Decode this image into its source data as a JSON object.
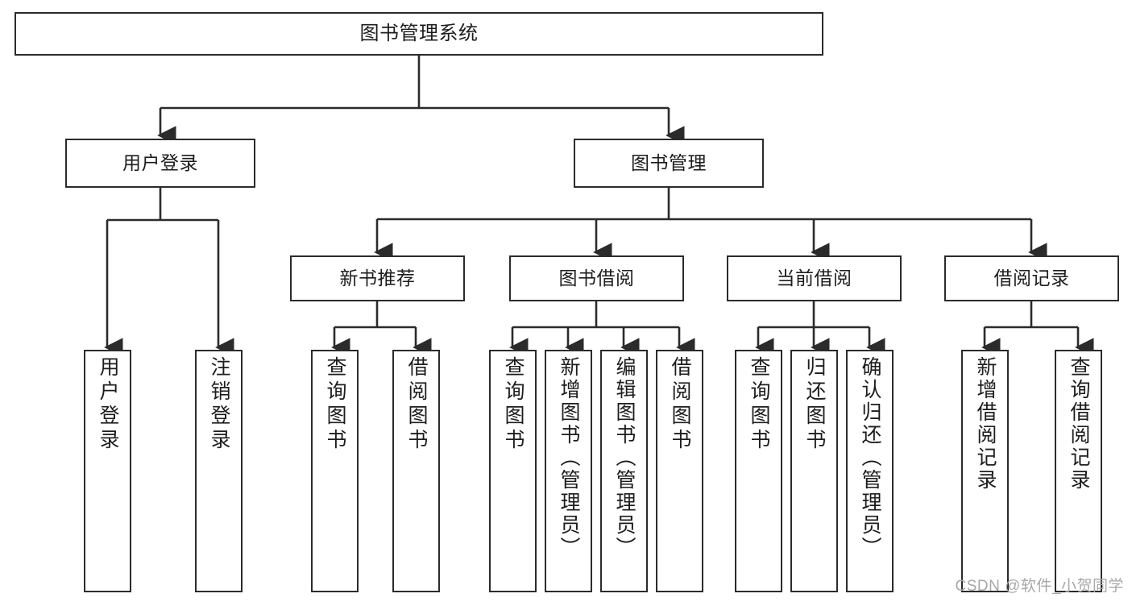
{
  "diagram": {
    "title": "图书管理系统",
    "type": "tree-hierarchy",
    "colors": {
      "stroke": "#2b2b2b",
      "fill": "#ffffff",
      "text": "#1d1d1d",
      "watermark": "#a8a8a8"
    },
    "watermark": "CSDN @软件_小贺同学",
    "nodes": {
      "root": {
        "label": "图书管理系统"
      },
      "level2": [
        {
          "id": "user-login",
          "label": "用户登录"
        },
        {
          "id": "book-management",
          "label": "图书管理"
        }
      ],
      "level3": [
        {
          "id": "new-book-recommend",
          "label": "新书推荐"
        },
        {
          "id": "book-borrow",
          "label": "图书借阅"
        },
        {
          "id": "current-borrow",
          "label": "当前借阅"
        },
        {
          "id": "borrow-record",
          "label": "借阅记录"
        }
      ],
      "leaves": {
        "user_login": [
          {
            "id": "leaf-user-login",
            "label": "用户登录"
          },
          {
            "id": "leaf-logout-login",
            "label": "注销登录"
          }
        ],
        "new_book_recommend": [
          {
            "id": "leaf-query-book-1",
            "label": "查询图书"
          },
          {
            "id": "leaf-borrow-book-1",
            "label": "借阅图书"
          }
        ],
        "book_borrow": [
          {
            "id": "leaf-query-book-2",
            "label": "查询图书"
          },
          {
            "id": "leaf-add-book",
            "label": "新增图书（管理员）"
          },
          {
            "id": "leaf-edit-book",
            "label": "编辑图书（管理员）"
          },
          {
            "id": "leaf-borrow-book-2",
            "label": "借阅图书"
          }
        ],
        "current_borrow": [
          {
            "id": "leaf-query-book-3",
            "label": "查询图书"
          },
          {
            "id": "leaf-return-book",
            "label": "归还图书"
          },
          {
            "id": "leaf-confirm-return",
            "label": "确认归还（管理员）"
          }
        ],
        "borrow_record": [
          {
            "id": "leaf-add-borrow-record",
            "label": "新增借阅记录"
          },
          {
            "id": "leaf-query-borrow-record",
            "label": "查询借阅记录"
          }
        ]
      }
    }
  }
}
